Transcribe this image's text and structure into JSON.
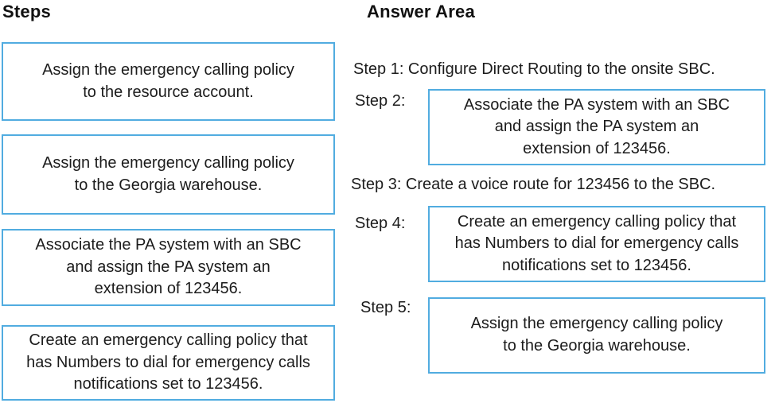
{
  "colors": {
    "box_border": "#51ace0",
    "text": "#1c1c1c",
    "background": "#ffffff"
  },
  "steps_panel": {
    "title": "Steps",
    "items": [
      {
        "text": "Assign the emergency calling policy\nto the resource account."
      },
      {
        "text": "Assign the emergency calling policy\nto the Georgia warehouse."
      },
      {
        "text": "Associate the PA system with an SBC\nand assign the PA system an\nextension of 123456."
      },
      {
        "text": "Create an emergency calling policy that\nhas Numbers to dial for emergency calls\nnotifications set to 123456."
      }
    ]
  },
  "answer_panel": {
    "title": "Answer Area",
    "step1": {
      "text": "Step 1: Configure Direct Routing to the onsite SBC."
    },
    "step2": {
      "label": "Step 2:",
      "box_text": "Associate the PA system with an SBC\nand assign the PA system an\nextension of 123456."
    },
    "step3": {
      "text": "Step 3: Create a voice route for 123456 to the SBC."
    },
    "step4": {
      "label": "Step 4:",
      "box_text": "Create an emergency calling policy that\nhas Numbers to dial for emergency calls\nnotifications set to 123456."
    },
    "step5": {
      "label": "Step 5:",
      "box_text": "Assign the emergency calling policy\nto the Georgia warehouse."
    }
  }
}
